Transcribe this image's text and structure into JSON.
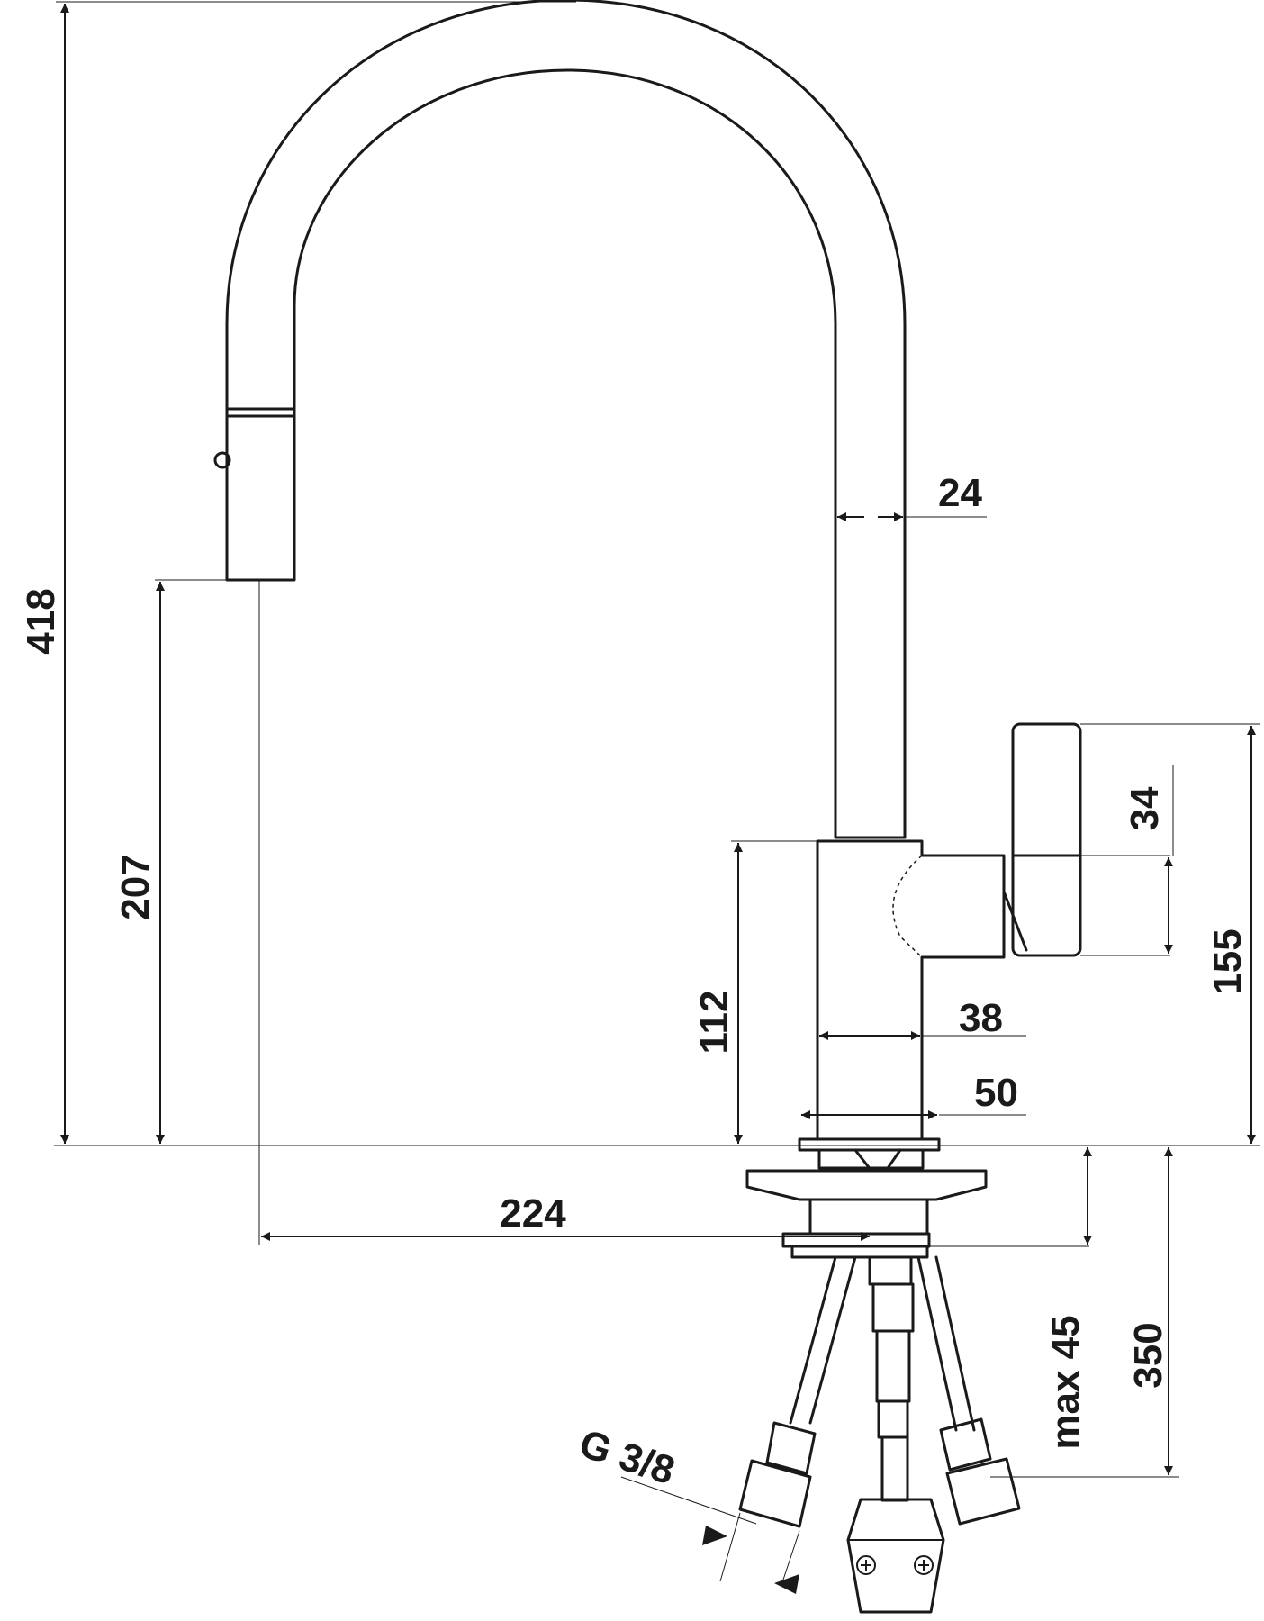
{
  "dimensions": {
    "height_total": "418",
    "spout_height": "207",
    "body_height": "112",
    "spout_tube": "24",
    "body_width": "38",
    "base_width": "50",
    "lever_size": "34",
    "lever_height": "155",
    "reach": "224",
    "counter_thickness": "max 45",
    "hose_length": "350",
    "connection_thread": "G 3/8"
  },
  "colors": {
    "line": "#1a1a1a",
    "background": "#ffffff"
  },
  "icons": {
    "connector-screw": "phillips-screw-icon"
  }
}
